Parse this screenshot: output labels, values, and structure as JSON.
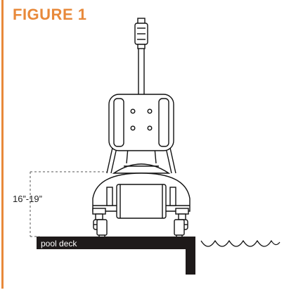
{
  "figure": {
    "title": "FIGURE 1"
  },
  "diagram": {
    "height_label": "16”-19”",
    "deck_label": "pool deck"
  },
  "colors": {
    "accent": "#e8893a",
    "ink": "#111111",
    "deck": "#1e1a1a"
  }
}
